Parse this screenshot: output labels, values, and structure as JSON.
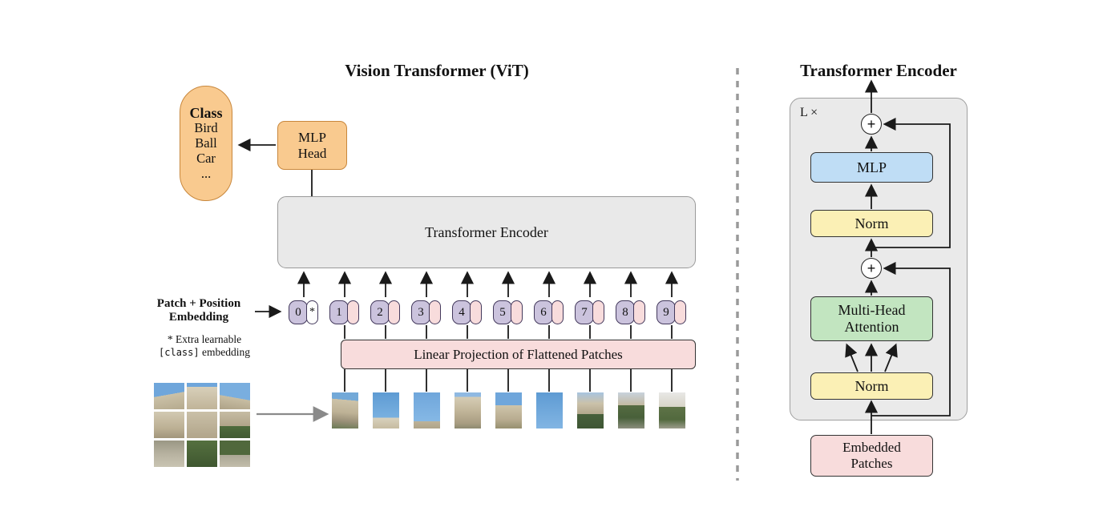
{
  "left_panel": {
    "title": "Vision Transformer (ViT)",
    "class_pill": {
      "header": "Class",
      "items": [
        "Bird",
        "Ball",
        "Car",
        "..."
      ]
    },
    "mlp_head_line1": "MLP",
    "mlp_head_line2": "Head",
    "encoder_label": "Transformer Encoder",
    "patch_pos_line1": "Patch + Position",
    "patch_pos_line2": "Embedding",
    "note_line1": "* Extra learnable",
    "note_code": "[class]",
    "note_rest": " embedding",
    "linear_projection_label": "Linear Projection of Flattened Patches",
    "tokens": [
      {
        "label": "0",
        "extra": "*"
      },
      {
        "label": "1",
        "extra": ""
      },
      {
        "label": "2",
        "extra": ""
      },
      {
        "label": "3",
        "extra": ""
      },
      {
        "label": "4",
        "extra": ""
      },
      {
        "label": "5",
        "extra": ""
      },
      {
        "label": "6",
        "extra": ""
      },
      {
        "label": "7",
        "extra": ""
      },
      {
        "label": "8",
        "extra": ""
      },
      {
        "label": "9",
        "extra": ""
      }
    ]
  },
  "right_panel": {
    "title": "Transformer Encoder",
    "loop_label": "L ×",
    "plus": "+",
    "mlp_label": "MLP",
    "norm_top_label": "Norm",
    "mha_line1": "Multi-Head",
    "mha_line2": "Attention",
    "norm_bottom_label": "Norm",
    "embedded_line1": "Embedded",
    "embedded_line2": "Patches"
  },
  "colors": {
    "orange": "#F9CA8F",
    "gray_box": "#E9E9E9",
    "lavender_token": "#CBC3DD",
    "pink": "#F8DCDC",
    "yellow": "#FBF0B5",
    "blue": "#BFDDF5",
    "green": "#C2E5C0",
    "line": "#1A1A1A"
  }
}
